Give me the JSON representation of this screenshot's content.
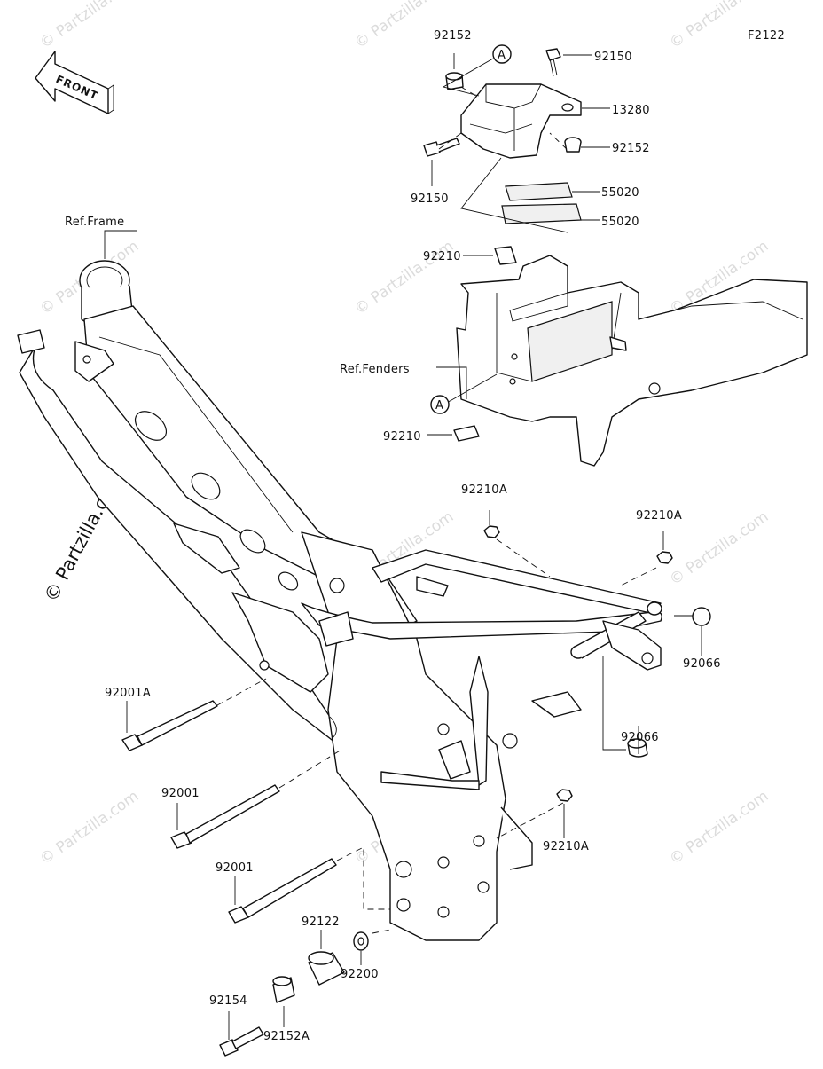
{
  "diagram": {
    "figure_code": "F2122",
    "front_arrow_label": "FRONT",
    "watermark": "© Partzilla.com",
    "callout_marker": "A",
    "refs": {
      "frame": "Ref.Frame",
      "fenders": "Ref.Fenders"
    },
    "parts": {
      "p92152_top": "92152",
      "p92150_top": "92150",
      "p13280": "13280",
      "p92152_mid": "92152",
      "p92150_left": "92150",
      "p55020_a": "55020",
      "p55020_b": "55020",
      "p92210_a": "92210",
      "p92210_b": "92210",
      "p92210A_a": "92210A",
      "p92210A_b": "92210A",
      "p92210A_c": "92210A",
      "p92066_a": "92066",
      "p92066_b": "92066",
      "p92001A": "92001A",
      "p92001_a": "92001",
      "p92001_b": "92001",
      "p92122": "92122",
      "p92200": "92200",
      "p92154": "92154",
      "p92152A": "92152A"
    }
  }
}
